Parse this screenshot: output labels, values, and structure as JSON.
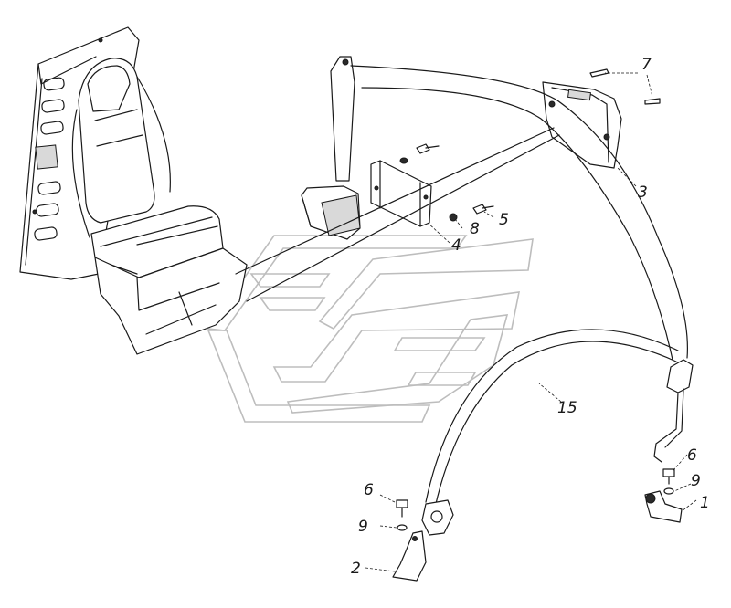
{
  "callouts": {
    "c1": "1",
    "c2": "2",
    "c3": "3",
    "c4": "4",
    "c5": "5",
    "c6a": "6",
    "c6b": "6",
    "c7": "7",
    "c8": "8",
    "c9a": "9",
    "c9b": "9",
    "c15": "15"
  }
}
